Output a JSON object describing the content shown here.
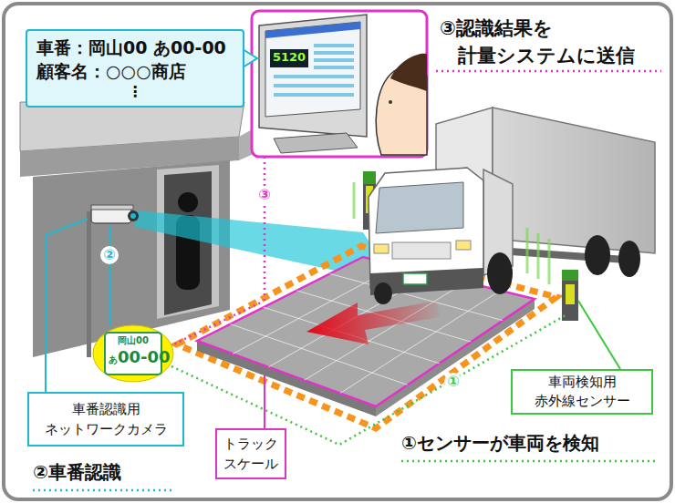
{
  "diagram": {
    "nodes": [
      {
        "text": [
          "車番：岡山00 あ00-00",
          "顧客名：○○○商店",
          "⋮"
        ]
      },
      {
        "text": [
          "岡山00",
          "あ",
          "00-00"
        ]
      },
      {
        "text": [
          "車番認識用 ネットワークカメラ"
        ]
      },
      {
        "text": [
          "トラック スケール"
        ]
      },
      {
        "text": [
          "車両検知用 赤外線センサー"
        ]
      }
    ],
    "labels": [
      "5120",
      "③認識結果を 計量システムに送信",
      "③",
      "②",
      "①",
      "②車番認識",
      "①センサーが車両を検知"
    ]
  }
}
